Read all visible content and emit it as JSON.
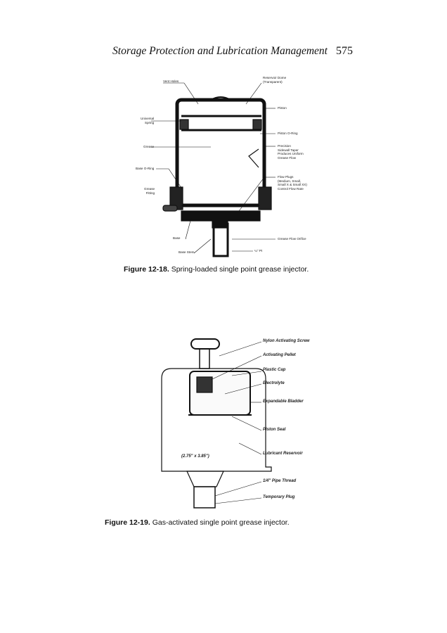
{
  "header": {
    "title": "Storage Protection and Lubrication Management",
    "page_number": "575"
  },
  "figure1": {
    "labels_left": [
      "Vent Holes",
      "Universal\nSpring",
      "Grease",
      "Base O-Ring",
      "Grease\nFitting",
      "Base",
      "Base Stem"
    ],
    "labels_right": [
      "Reservoir Dome\n(Transparent)",
      "Piston",
      "Piston O-Ring",
      "Precision\nSidewall Taper\nProduces Uniform\nGrease Flow",
      "Flow Plugs\n(Medium, Small,\nSmall X & Small XX)\nControl Flow Rate",
      "Grease Flow Orifice",
      "¼\" Pt"
    ],
    "caption_number": "Figure 12-18.",
    "caption_text": " Spring-loaded single point grease injector."
  },
  "figure2": {
    "labels": [
      "Nylon Activating Screw",
      "Activating Pellet",
      "Plastic Cap",
      "Electrolyte",
      "Expandable Bladder",
      "Piston Seal",
      "Lubricant Reservoir",
      "1/4\" Pipe Thread",
      "Temporary Plug"
    ],
    "dimension": "(2.75\" x 3.85\")",
    "caption_number": "Figure 12-19.",
    "caption_text": " Gas-activated single point grease injector."
  }
}
